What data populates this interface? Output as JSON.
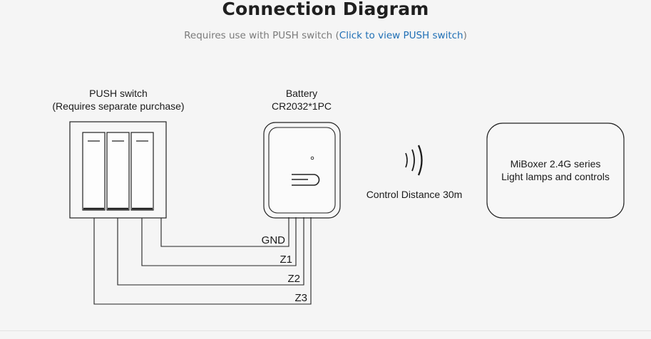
{
  "header": {
    "title": "Connection Diagram",
    "subtitle_before": "Requires use with PUSH switch (",
    "subtitle_link": "Click to view PUSH switch",
    "subtitle_after": ")",
    "link_color": "#1f6fb5"
  },
  "push_switch": {
    "label_line1": "PUSH switch",
    "label_line2": "(Requires separate purchase)",
    "button_count": 3
  },
  "battery": {
    "label_line1": "Battery",
    "label_line2": "CR2032*1PC"
  },
  "wireless": {
    "icon": "wireless-signal-icon",
    "label": "Control Distance 30m"
  },
  "miboxer": {
    "line1": "MiBoxer 2.4G series",
    "line2": "Light lamps and controls"
  },
  "wires": [
    {
      "label": "GND"
    },
    {
      "label": "Z1"
    },
    {
      "label": "Z2"
    },
    {
      "label": "Z3"
    }
  ]
}
